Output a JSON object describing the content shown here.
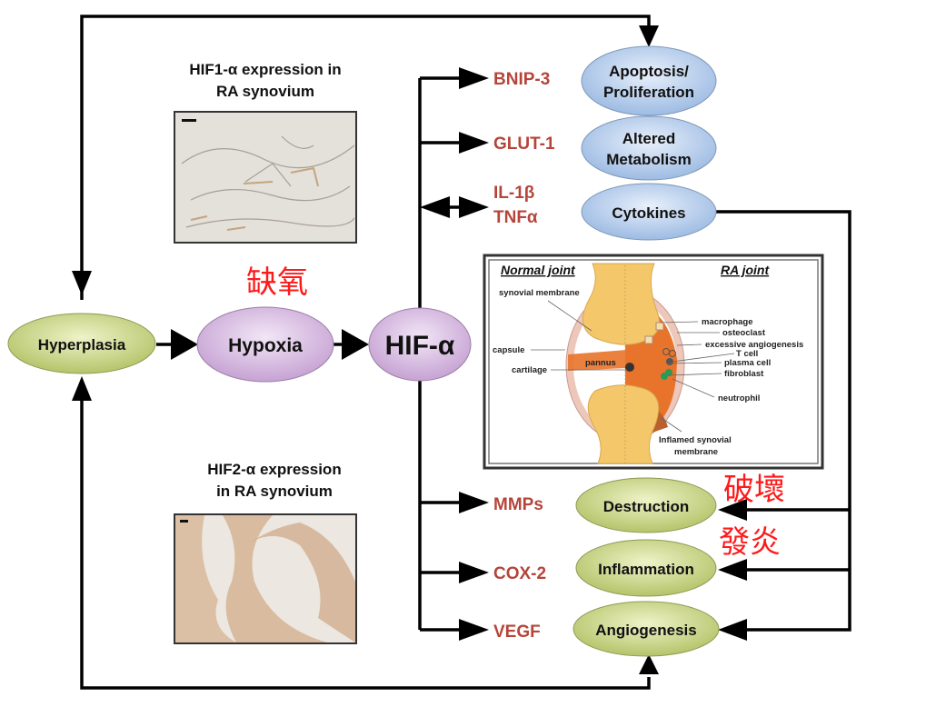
{
  "title_panels": {
    "hif1": {
      "line1": "HIF1-α expression in",
      "line2": "RA synovium"
    },
    "hif2": {
      "line1": "HIF2-α expression",
      "line2": "in RA synovium"
    }
  },
  "nodes": {
    "hyperplasia": "Hyperplasia",
    "hypoxia": "Hypoxia",
    "hif": "HIF-α",
    "apoptosis_line1": "Apoptosis/",
    "apoptosis_line2": "Proliferation",
    "metabolism_line1": "Altered",
    "metabolism_line2": "Metabolism",
    "cytokines": "Cytokines",
    "destruction": "Destruction",
    "inflammation": "Inflammation",
    "angiogenesis": "Angiogenesis"
  },
  "genes": {
    "bnip3": "BNIP-3",
    "glut1": "GLUT-1",
    "il1b": "IL-1β",
    "tnfa": "TNFα",
    "mmps": "MMPs",
    "cox2": "COX-2",
    "vegf": "VEGF"
  },
  "annotations": {
    "hypoxia_cn": "缺氧",
    "destruction_cn": "破壞",
    "inflammation_cn": "發炎"
  },
  "joint": {
    "normal_title": "Normal joint",
    "ra_title": "RA joint",
    "left_labels": [
      "synovial membrane",
      "capsule",
      "cartilage"
    ],
    "pannus": "pannus",
    "right_labels": [
      "macrophage",
      "osteoclast",
      "excessive angiogenesis",
      "T cell",
      "plasma cell",
      "fibroblast",
      "neutrophil"
    ],
    "bottom_label_line1": "Inflamed synovial",
    "bottom_label_line2": "membrane"
  },
  "colors": {
    "gene_red": "#b5453a",
    "green_node": "#c9d68a",
    "purple_node": "#d7bde0",
    "blue_node": "#b9cfea",
    "annotation_red": "#ff1a1a",
    "bone": "#f4c76a",
    "inflamed": "#e8732a"
  }
}
